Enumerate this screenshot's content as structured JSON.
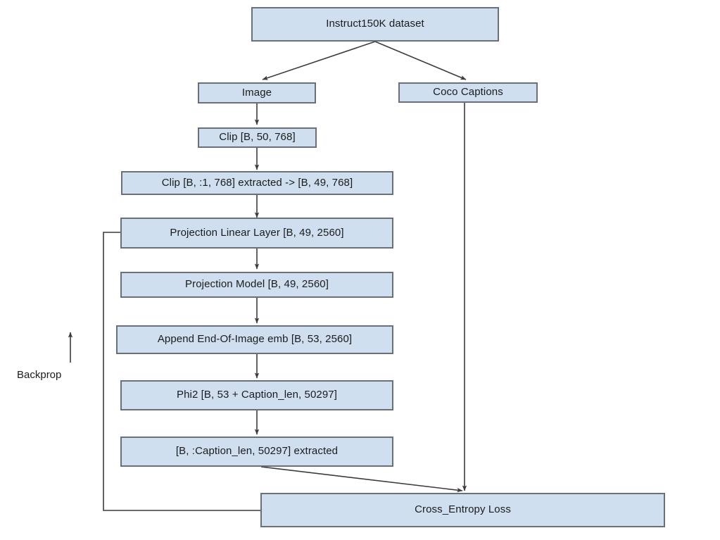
{
  "diagram": {
    "title": "Instruct150K training pipeline flowchart",
    "colors": {
      "node_fill": "#cfdff0",
      "node_border": "#6a707a",
      "edge": "#3c3c3c",
      "background": "#ffffff",
      "text": "#1b1b1b"
    },
    "nodes": [
      {
        "id": "dataset",
        "label": "Instruct150K dataset"
      },
      {
        "id": "image",
        "label": "Image"
      },
      {
        "id": "coco",
        "label": "Coco Captions"
      },
      {
        "id": "clip",
        "label": "Clip [B, 50, 768]"
      },
      {
        "id": "clip_extract",
        "label": "Clip [B, :1, 768] extracted -> [B, 49, 768]"
      },
      {
        "id": "proj_linear",
        "label": "Projection Linear Layer [B, 49, 2560]"
      },
      {
        "id": "proj_model",
        "label": "Projection Model [B, 49, 2560]"
      },
      {
        "id": "append_eoi",
        "label": "Append End-Of-Image emb [B, 53, 2560]"
      },
      {
        "id": "phi2",
        "label": "Phi2 [B, 53 + Caption_len, 50297]"
      },
      {
        "id": "extracted",
        "label": "[B, :Caption_len, 50297] extracted"
      },
      {
        "id": "loss",
        "label": "Cross_Entropy Loss"
      }
    ],
    "labels": [
      {
        "id": "backprop",
        "label": "Backprop"
      }
    ],
    "edges": [
      {
        "from": "dataset",
        "to": "image",
        "style": "arrow"
      },
      {
        "from": "dataset",
        "to": "coco",
        "style": "arrow"
      },
      {
        "from": "image",
        "to": "clip",
        "style": "arrow"
      },
      {
        "from": "clip",
        "to": "clip_extract",
        "style": "arrow"
      },
      {
        "from": "clip_extract",
        "to": "proj_linear",
        "style": "arrow"
      },
      {
        "from": "proj_linear",
        "to": "proj_model",
        "style": "arrow"
      },
      {
        "from": "proj_model",
        "to": "append_eoi",
        "style": "arrow"
      },
      {
        "from": "append_eoi",
        "to": "phi2",
        "style": "arrow"
      },
      {
        "from": "phi2",
        "to": "extracted",
        "style": "arrow"
      },
      {
        "from": "extracted",
        "to": "loss",
        "style": "arrow"
      },
      {
        "from": "coco",
        "to": "loss",
        "style": "arrow"
      },
      {
        "from": "loss",
        "to": "proj_linear",
        "style": "line",
        "note": "Backprop"
      }
    ]
  }
}
